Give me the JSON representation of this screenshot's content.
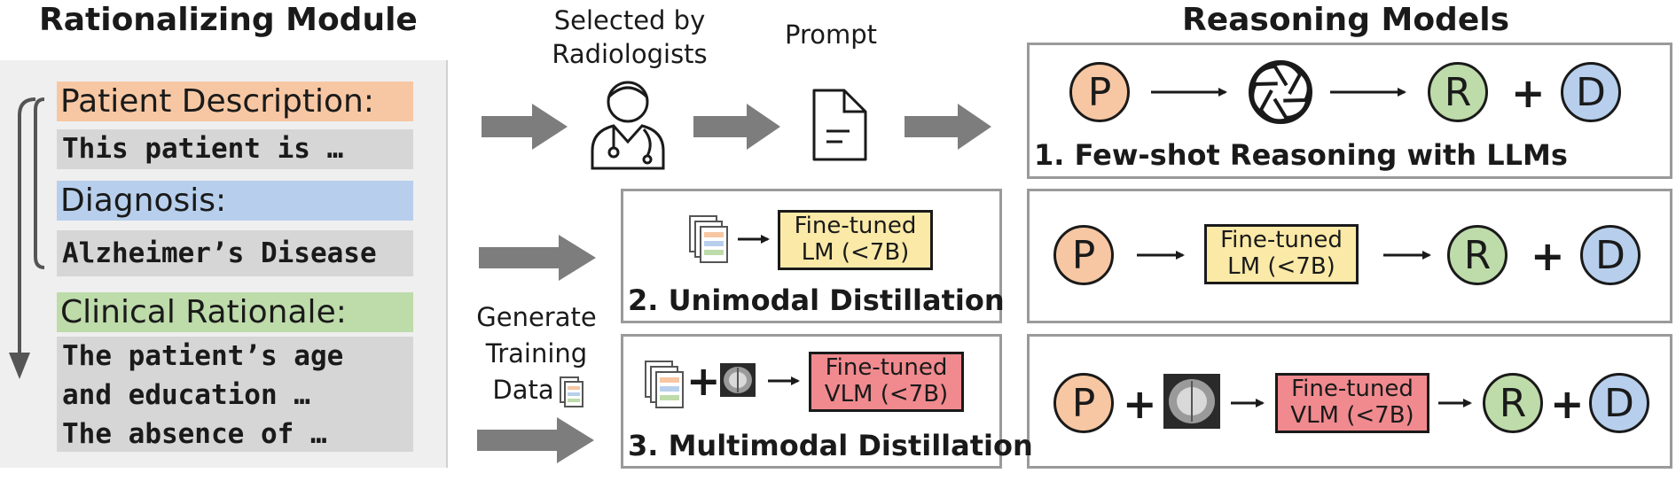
{
  "titles": {
    "left": "Rationalizing Module",
    "right": "Reasoning Models"
  },
  "flow": {
    "selected_line1": "Selected by",
    "selected_line2": "Radiologists",
    "prompt": "Prompt",
    "generate_line1": "Generate",
    "generate_line2": "Training",
    "generate_line3": "Data"
  },
  "rationale": {
    "patient_label": "Patient Description:",
    "patient_text": "This patient is …",
    "diagnosis_label": "Diagnosis:",
    "diagnosis_text": "Alzheimer’s Disease",
    "rationale_label": "Clinical Rationale:",
    "rationale_line1": "The patient’s age",
    "rationale_line2": "and education …",
    "rationale_line3": "The absence of …"
  },
  "model_label": {
    "line1": "Fine-tuned",
    "lm": "LM (<7B)",
    "vlm": "VLM (<7B)"
  },
  "captions": {
    "few_shot": "1. Few-shot Reasoning with LLMs",
    "unimodal": "2. Unimodal Distillation",
    "multimodal": "3. Multimodal Distillation"
  },
  "symbols": {
    "patient": "P",
    "rationale": "R",
    "diagnosis": "D",
    "plus": "+"
  },
  "icons": [
    "doctor-icon",
    "document-icon",
    "openai-logo-icon",
    "data-stack-icon",
    "brain-mri-icon"
  ],
  "colors": {
    "patient_tag": "#f7c7a3",
    "diagnosis_tag": "#b7cfec",
    "rationale_tag": "#bedbaa",
    "text_box": "#d6d6d6",
    "module_bg": "#efefef",
    "lm_box": "#fbeaa7",
    "vlm_box": "#f08a8e",
    "circle_p": "#f7c7a3",
    "circle_r": "#bedbaa",
    "circle_d": "#b7cfec",
    "arrow_gray": "#7d7d7d",
    "panel_border": "#9a9a9a"
  }
}
